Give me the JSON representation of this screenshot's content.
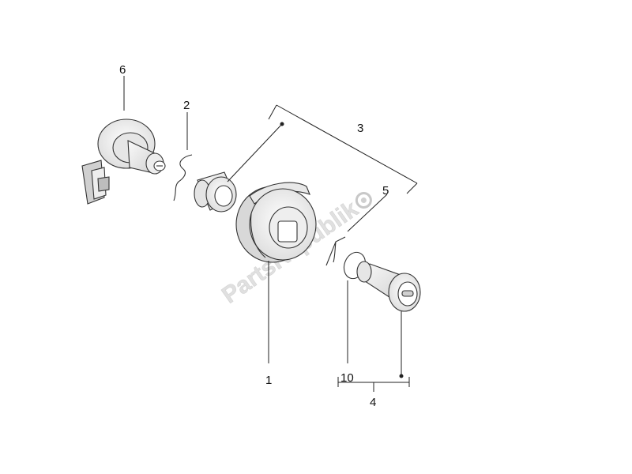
{
  "watermark": "PartsRepublik",
  "callouts": {
    "c1": "1",
    "c2": "2",
    "c3": "3",
    "c4": "4",
    "c5": "5",
    "c6": "6",
    "c10": "10"
  },
  "colors": {
    "line": "#222222",
    "part_fill": "#f2f2f2",
    "watermark": "#d6d6d6"
  },
  "icons": [
    "gear-icon"
  ]
}
